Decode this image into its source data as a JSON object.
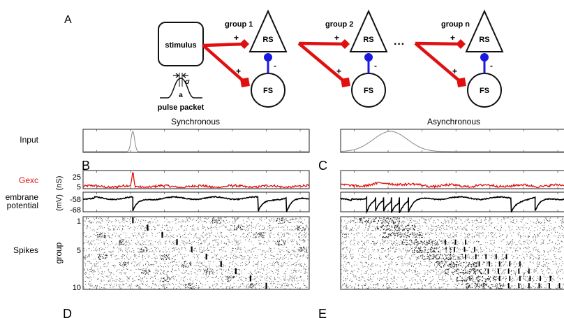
{
  "panels": {
    "A": "A",
    "B": "B",
    "C": "C",
    "D": "D",
    "E": "E"
  },
  "diagram": {
    "stimulus_label": "stimulus",
    "pulse_packet_label": "pulse packet",
    "sigma_symbol": "σ",
    "amplitude_symbol": "a",
    "ellipsis": "···",
    "groups": [
      {
        "label": "group 1",
        "rs": "RS",
        "fs": "FS",
        "exc_sign": "+",
        "inh_sign": "-"
      },
      {
        "label": "group 2",
        "rs": "RS",
        "fs": "FS",
        "exc_sign": "+",
        "inh_sign": "-"
      },
      {
        "label": "group n",
        "rs": "RS",
        "fs": "FS",
        "exc_sign": "+",
        "inh_sign": "-"
      }
    ],
    "colors": {
      "excitatory": "#e01010",
      "inhibitory": "#1a1adf"
    }
  },
  "row_labels": {
    "input": "Input",
    "gexc": "Gexc",
    "membrane": "Membrane\npotential",
    "membrane_line1": "embrane",
    "membrane_line2": "potential",
    "spikes": "Spikes"
  },
  "axes": {
    "gexc_unit": "(nS)",
    "gexc_ticks": [
      "25",
      "5"
    ],
    "vm_unit": "(mV)",
    "vm_ticks": [
      "-58",
      "-68"
    ],
    "spikes_ylabel": "group",
    "spikes_ticks": [
      "1",
      "5",
      "10"
    ]
  },
  "chart_data": [
    {
      "type": "line",
      "title": "Synchronous",
      "panel": "B",
      "input": {
        "shape": "narrow gaussian",
        "peak_x": 0.22,
        "sigma": 0.008
      },
      "gexc": {
        "ylim": [
          5,
          25
        ],
        "baseline": 6,
        "peak": {
          "x": 0.22,
          "value": 24
        },
        "color": "#e01010"
      },
      "vm": {
        "ylim": [
          -68,
          -58
        ],
        "resting": -59,
        "reset_times": [
          0.22,
          0.775,
          0.9
        ]
      },
      "spikes": {
        "groups": 10,
        "volley_times": [
          0.22,
          0.285,
          0.35,
          0.415,
          0.48,
          0.545,
          0.61,
          0.675,
          0.74,
          0.81
        ]
      }
    },
    {
      "type": "line",
      "title": "Asynchronous",
      "panel": "C",
      "input": {
        "shape": "wide gaussian",
        "peak_x": 0.22,
        "sigma": 0.075
      },
      "gexc": {
        "ylim": [
          5,
          25
        ],
        "baseline": 7,
        "color": "#e01010"
      },
      "vm": {
        "ylim": [
          -68,
          -58
        ],
        "resting": -59,
        "reset_times": [
          0.115,
          0.155,
          0.19,
          0.225,
          0.26,
          0.3,
          0.755,
          0.86
        ]
      },
      "spikes": {
        "groups": 10,
        "burst_start": [
          0.08,
          0.15,
          0.18,
          0.27,
          0.31,
          0.36,
          0.42,
          0.46,
          0.51,
          0.55
        ],
        "burst_spikes": [
          0,
          0,
          0,
          3,
          3,
          5,
          5,
          5,
          6,
          6
        ]
      }
    }
  ]
}
